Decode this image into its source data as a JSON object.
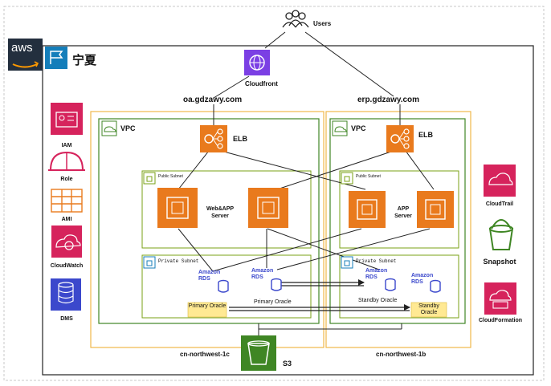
{
  "users": "Users",
  "region": {
    "logo": "aws",
    "name": "宁夏"
  },
  "cloudfront": "Cloudfront",
  "domains": {
    "left": "oa.gdzawy.com",
    "right": "erp.gdzawy.com"
  },
  "vpc_left": {
    "label": "VPC",
    "elb": "ELB",
    "public_subnet": "Public Subnet",
    "private_subnet": "Private Subnet",
    "server_label": "Web&APP Server",
    "rds_label": "Amazon RDS",
    "rds_caption": "Primary Oracle",
    "oracle_box": "Primary Oracle",
    "az": "cn-northwest-1c"
  },
  "vpc_right": {
    "label": "VPC",
    "elb": "ELB",
    "public_subnet": "Public Subnet",
    "private_subnet": "Private Subnet",
    "server_label": "APP Server",
    "rds_label": "Amazon RDS",
    "rds_caption": "Standby Oracle",
    "oracle_box": "Standby Oracle",
    "az": "cn-northwest-1b"
  },
  "s3": "S3",
  "left_services": [
    {
      "label": "IAM",
      "icon": "iam-icon"
    },
    {
      "label": "Role",
      "icon": "role-helmet-icon"
    },
    {
      "label": "AMI",
      "icon": "ami-grid-icon"
    },
    {
      "label": "CloudWatch",
      "icon": "cloudwatch-icon"
    },
    {
      "label": "DMS",
      "icon": "dms-icon"
    }
  ],
  "right_services": [
    {
      "label": "CloudTrail",
      "icon": "cloudtrail-icon"
    },
    {
      "label": "Snapshot",
      "icon": "snapshot-bucket-icon"
    },
    {
      "label": "CloudFormation",
      "icon": "cloudformation-icon"
    }
  ],
  "colors": {
    "ec2": "#e97a1d",
    "management": "#d6235c",
    "database": "#3b48cc",
    "storage": "#3f8624",
    "cloudfront": "#7b3fe4",
    "vpc": "#3f8624",
    "az": "#f5c342",
    "oracle_box": "#ffe993"
  }
}
